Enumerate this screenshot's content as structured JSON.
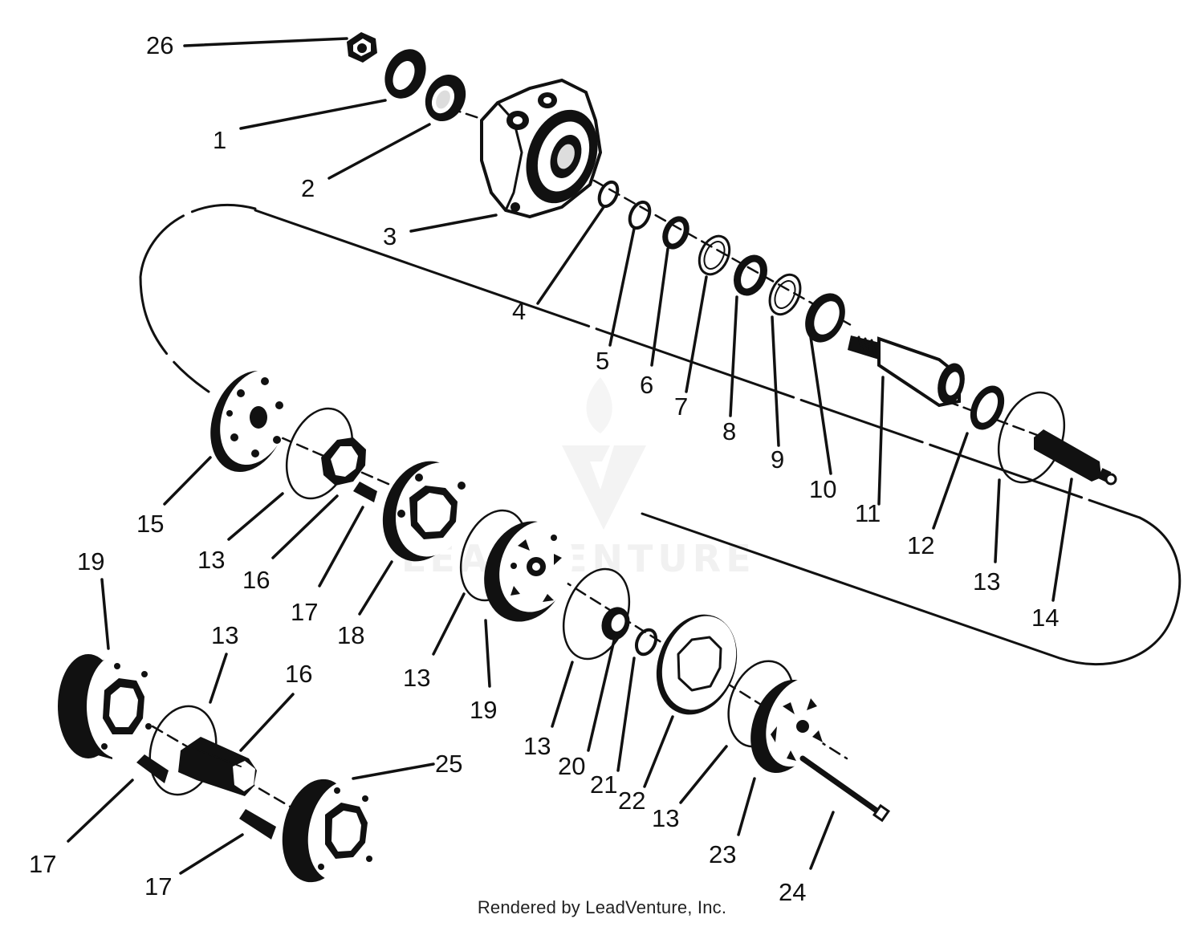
{
  "footer": {
    "credit": "Rendered by LeadVenture, Inc."
  },
  "watermark": {
    "brand": "LEADVENTURE"
  },
  "callouts": {
    "c1": "1",
    "c2": "2",
    "c3": "3",
    "c4": "4",
    "c5": "5",
    "c6": "6",
    "c7": "7",
    "c8": "8",
    "c9": "9",
    "c10": "10",
    "c11": "11",
    "c12": "12",
    "c13a": "13",
    "c14": "14",
    "c15": "15",
    "c13b": "13",
    "c16a": "16",
    "c17a": "17",
    "c18": "18",
    "c13c": "13",
    "c19a": "19",
    "c19b": "19",
    "c13d": "13",
    "c16b": "16",
    "c13e": "13",
    "c20": "20",
    "c21": "21",
    "c22": "22",
    "c13f": "13",
    "c23": "23",
    "c24": "24",
    "c25": "25",
    "c17b": "17",
    "c17c": "17",
    "c26": "26"
  },
  "colors": {
    "ink": "#111111",
    "background": "#ffffff",
    "watermark": "#f1f1f1"
  }
}
